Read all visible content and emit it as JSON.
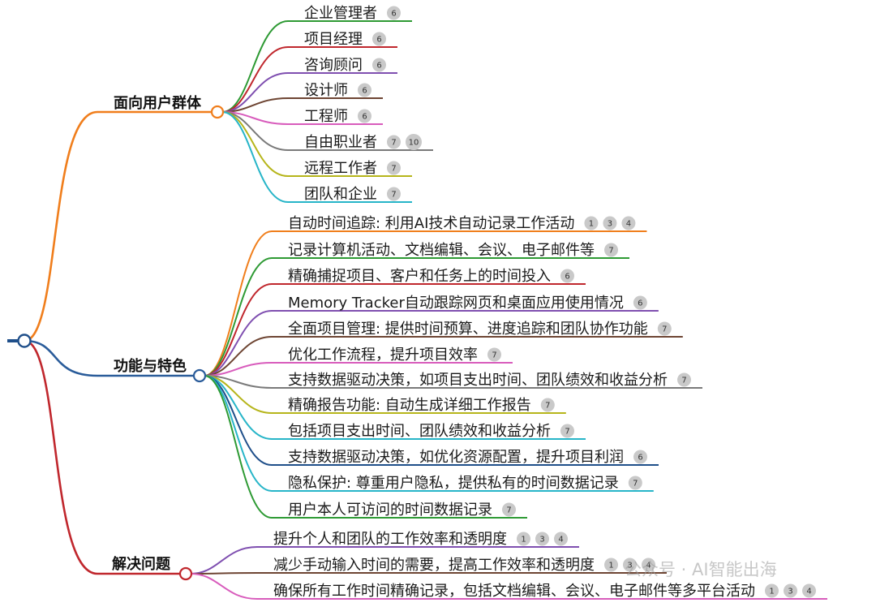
{
  "colors": {
    "root": "#1f4f8a",
    "branch_users": "#f07e1c",
    "branch_features": "#2a5c9a",
    "branch_problems": "#c0272d",
    "badge": "#c9c9c9"
  },
  "root": {},
  "branches": [
    {
      "id": "users",
      "label": "面向用户群体",
      "color": "#f07e1c",
      "items": [
        {
          "label": "企业管理者",
          "badges": [
            "6"
          ],
          "color": "#2e9a34"
        },
        {
          "label": "项目经理",
          "badges": [
            "6"
          ],
          "color": "#c0272d"
        },
        {
          "label": "咨询顾问",
          "badges": [
            "6"
          ],
          "color": "#7f4fb0"
        },
        {
          "label": "设计师",
          "badges": [
            "6"
          ],
          "color": "#6e4533"
        },
        {
          "label": "工程师",
          "badges": [
            "6"
          ],
          "color": "#d85cbc"
        },
        {
          "label": "自由职业者",
          "badges": [
            "7",
            "10"
          ],
          "color": "#7a7a7a"
        },
        {
          "label": "远程工作者",
          "badges": [
            "7"
          ],
          "color": "#b6b51b"
        },
        {
          "label": "团队和企业",
          "badges": [
            "7"
          ],
          "color": "#27b5c8"
        }
      ]
    },
    {
      "id": "features",
      "label": "功能与特色",
      "color": "#2a5c9a",
      "items": [
        {
          "label": "自动时间追踪: 利用AI技术自动记录工作活动",
          "badges": [
            "1",
            "3",
            "4"
          ],
          "color": "#f07e1c"
        },
        {
          "label": "记录计算机活动、文档编辑、会议、电子邮件等",
          "badges": [
            "7"
          ],
          "color": "#2e9a34"
        },
        {
          "label": "精确捕捉项目、客户和任务上的时间投入",
          "badges": [
            "6"
          ],
          "color": "#c0272d"
        },
        {
          "label": "Memory Tracker自动跟踪网页和桌面应用使用情况",
          "badges": [
            "6"
          ],
          "color": "#7f4fb0"
        },
        {
          "label": "全面项目管理: 提供时间预算、进度追踪和团队协作功能",
          "badges": [
            "7"
          ],
          "color": "#6e4533"
        },
        {
          "label": "优化工作流程，提升项目效率",
          "badges": [
            "7"
          ],
          "color": "#d85cbc"
        },
        {
          "label": "支持数据驱动决策，如项目支出时间、团队绩效和收益分析",
          "badges": [
            "7"
          ],
          "color": "#7a7a7a"
        },
        {
          "label": "精确报告功能: 自动生成详细工作报告",
          "badges": [
            "7"
          ],
          "color": "#b6b51b"
        },
        {
          "label": "包括项目支出时间、团队绩效和收益分析",
          "badges": [
            "7"
          ],
          "color": "#27b5c8"
        },
        {
          "label": "支持数据驱动决策，如优化资源配置，提升项目利润",
          "badges": [
            "6"
          ],
          "color": "#1f4f8a"
        },
        {
          "label": "隐私保护: 尊重用户隐私，提供私有的时间数据记录",
          "badges": [
            "7"
          ],
          "color": "#27b5c8"
        },
        {
          "label": "用户本人可访问的时间数据记录",
          "badges": [
            "7"
          ],
          "color": "#2e9a34"
        }
      ]
    },
    {
      "id": "problems",
      "label": "解决问题",
      "color": "#c0272d",
      "items": [
        {
          "label": "提升个人和团队的工作效率和透明度",
          "badges": [
            "1",
            "3",
            "4"
          ],
          "color": "#7f4fb0"
        },
        {
          "label": "减少手动输入时间的需要，提高工作效率和透明度",
          "badges": [
            "1",
            "3",
            "4"
          ],
          "color": "#6e4533"
        },
        {
          "label": "确保所有工作时间精确记录，包括文档编辑、会议、电子邮件等多平台活动",
          "badges": [
            "1",
            "3",
            "4"
          ],
          "color": "#d85cbc"
        }
      ]
    }
  ],
  "watermark": {
    "text": "公众号 · AI智能出海"
  }
}
